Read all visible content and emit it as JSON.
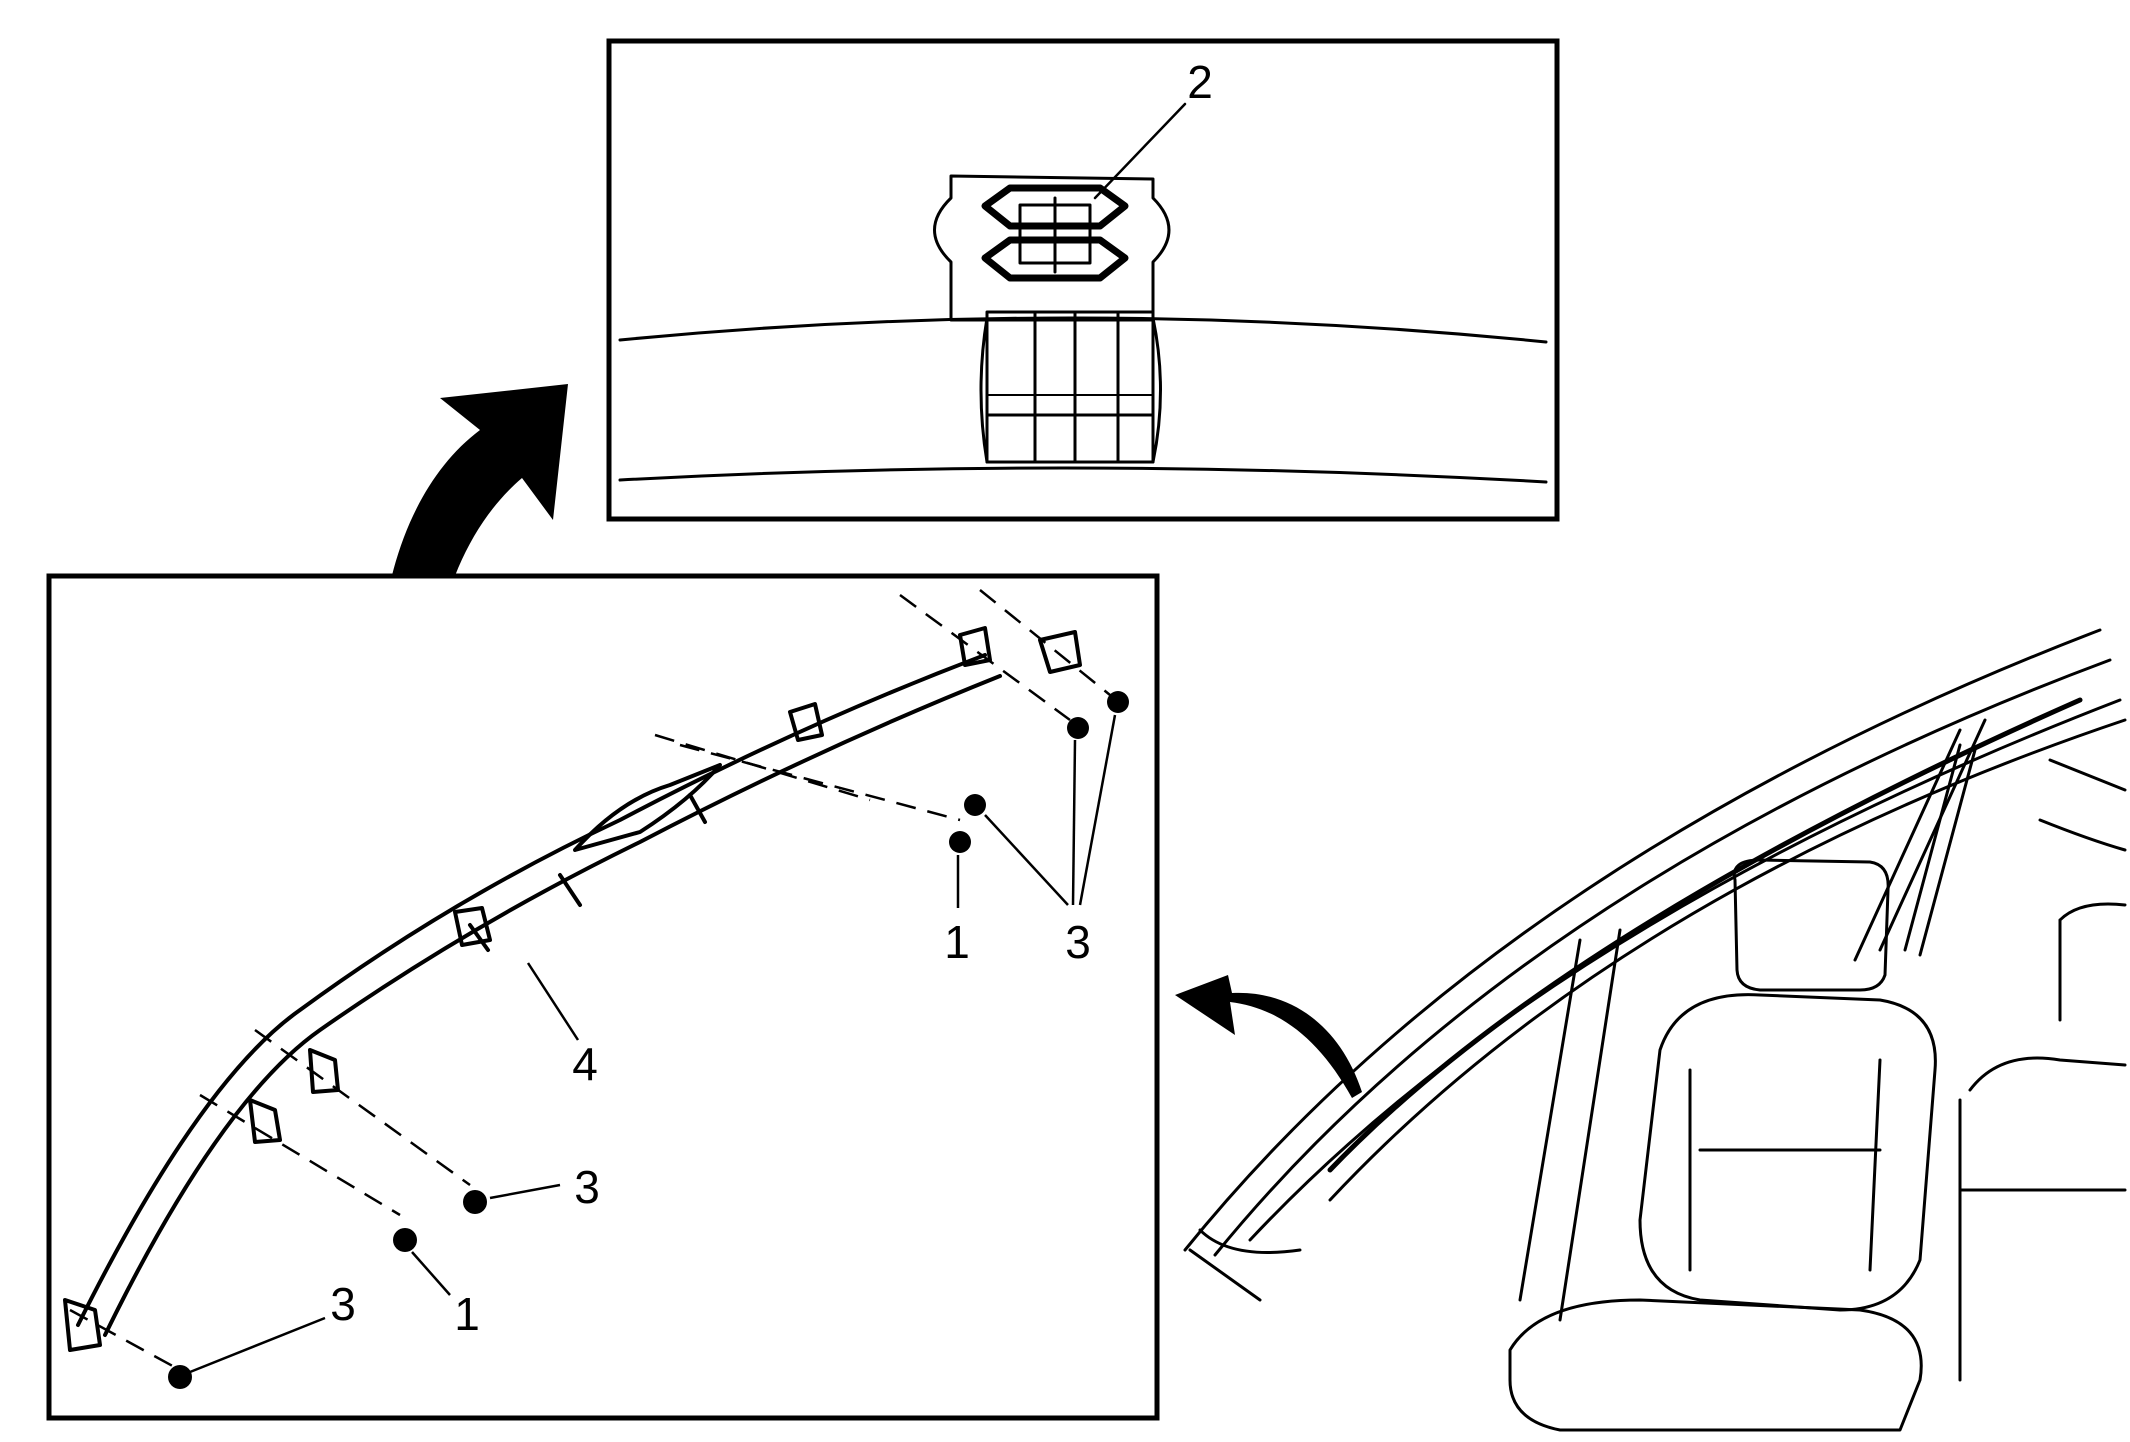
{
  "callouts": {
    "inset_item": "2",
    "main_item_1_upper": "1",
    "main_item_3_upper": "3",
    "main_item_4": "4",
    "main_item_3_middle": "3",
    "main_item_1_lower": "1",
    "main_item_3_lower": "3"
  },
  "colors": {
    "ink": "#000000",
    "paper": "#ffffff"
  }
}
